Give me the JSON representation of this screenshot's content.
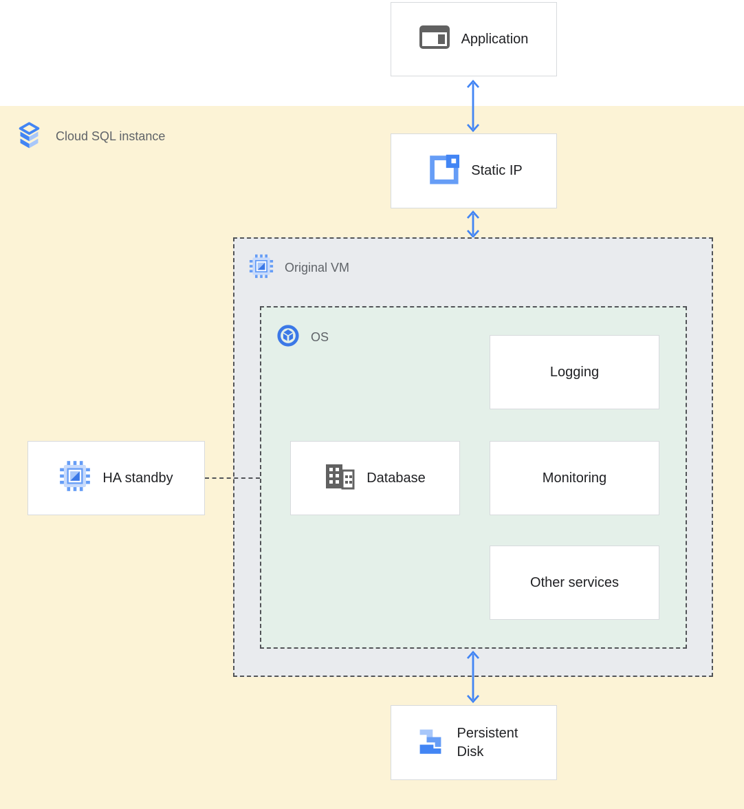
{
  "areas": {
    "cloud_sql": {
      "label": "Cloud SQL instance"
    },
    "original_vm": {
      "label": "Original VM"
    },
    "os": {
      "label": "OS"
    }
  },
  "nodes": {
    "application": {
      "label": "Application"
    },
    "static_ip": {
      "label": "Static IP"
    },
    "logging": {
      "label": "Logging"
    },
    "database": {
      "label": "Database"
    },
    "monitoring": {
      "label": "Monitoring"
    },
    "other_services": {
      "label": "Other services"
    },
    "ha_standby": {
      "label": "HA standby"
    },
    "persistent_disk": {
      "label": "Persistent Disk"
    }
  },
  "connectors": {
    "application_static_ip": "double-arrow-vertical",
    "static_ip_original_vm": "double-arrow-vertical",
    "os_persistent_disk": "double-arrow-vertical",
    "ha_standby_os": "dashed-line-horizontal"
  },
  "icons": {
    "cloud_sql": "cloud-sql-stack-icon",
    "application": "application-window-icon",
    "static_ip": "static-ip-icon",
    "original_vm": "compute-engine-chip-icon",
    "os": "os-cube-icon",
    "database": "database-building-icon",
    "ha_standby": "compute-engine-chip-icon",
    "persistent_disk": "persistent-disk-icon"
  },
  "colors": {
    "accent_blue": "#4285f4",
    "medium_blue": "#669df6",
    "light_blue": "#a8c7fa",
    "sql_area_bg": "#fcf3d6",
    "vm_area_bg": "#e9ebee",
    "os_area_bg": "#e4f0e9",
    "dashed_border": "#515357",
    "icon_gray": "#616161",
    "label_gray": "#5f6368",
    "text_dark": "#202124",
    "box_border": "#d7dadd"
  }
}
